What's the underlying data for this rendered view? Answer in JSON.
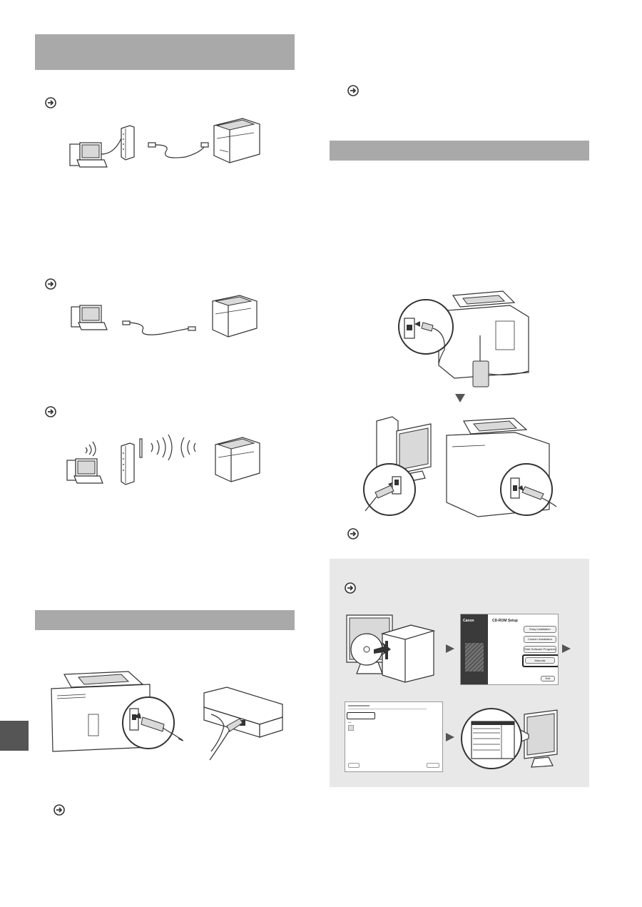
{
  "left_column": {
    "sections": [
      {
        "name": "connection-method",
        "header": ""
      },
      {
        "name": "lan-connection",
        "header": ""
      }
    ],
    "options": [
      {
        "name": "wired-lan",
        "icon": "reference-arrow-icon"
      },
      {
        "name": "usb",
        "icon": "reference-arrow-icon"
      },
      {
        "name": "wireless-lan",
        "icon": "reference-arrow-icon"
      }
    ]
  },
  "right_column": {
    "sections": [
      {
        "name": "usb-connection",
        "header": ""
      }
    ]
  },
  "cd_setup": {
    "brand": "Canon",
    "title": "CD-ROM Setup",
    "buttons": [
      "Easy Installation",
      "Custom Installation",
      "Start Software Programs",
      "Manuals",
      "Exit"
    ]
  },
  "colors": {
    "header_gray": "#a9a9a9",
    "tab_dark": "#555555",
    "panel_gray": "#e8e8e8"
  }
}
